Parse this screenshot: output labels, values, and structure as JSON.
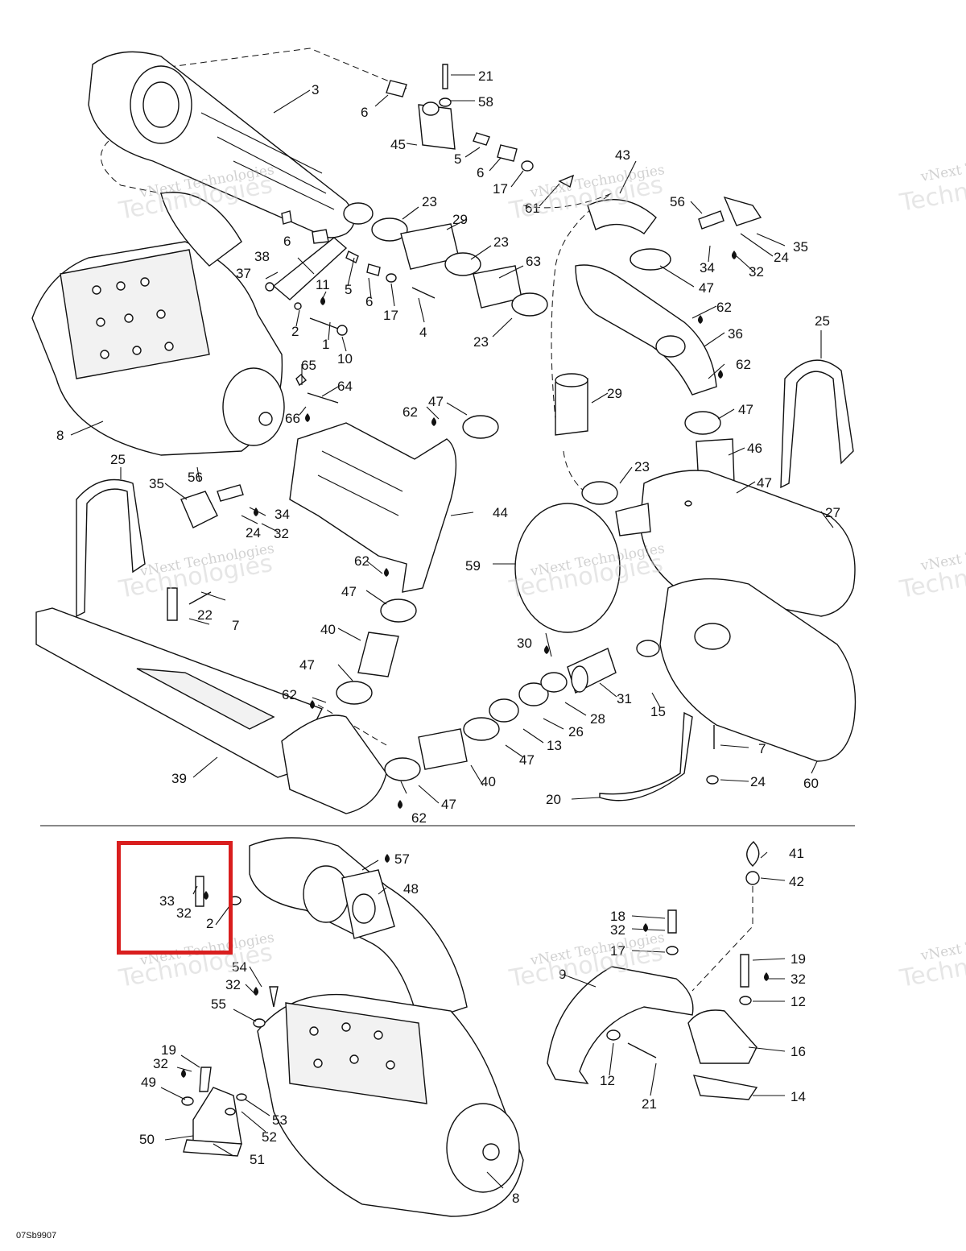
{
  "diagram_code": "07Sb9907",
  "watermark": {
    "line1": "vNext Technologies",
    "line2": "Technologies",
    "line_partial": "vNext"
  },
  "highlight": {
    "color": "#d91e1e",
    "labels": [
      "33",
      "32",
      "2"
    ]
  },
  "callouts": [
    "1",
    "2",
    "3",
    "4",
    "5",
    "6",
    "7",
    "8",
    "10",
    "11",
    "12",
    "13",
    "14",
    "15",
    "16",
    "17",
    "18",
    "19",
    "20",
    "21",
    "22",
    "23",
    "24",
    "25",
    "26",
    "27",
    "28",
    "29",
    "30",
    "31",
    "32",
    "33",
    "34",
    "35",
    "36",
    "37",
    "38",
    "39",
    "40",
    "41",
    "42",
    "43",
    "44",
    "45",
    "46",
    "47",
    "48",
    "49",
    "50",
    "51",
    "52",
    "53",
    "54",
    "55",
    "56",
    "57",
    "58",
    "59",
    "60",
    "61",
    "62",
    "63",
    "64",
    "65",
    "66"
  ]
}
